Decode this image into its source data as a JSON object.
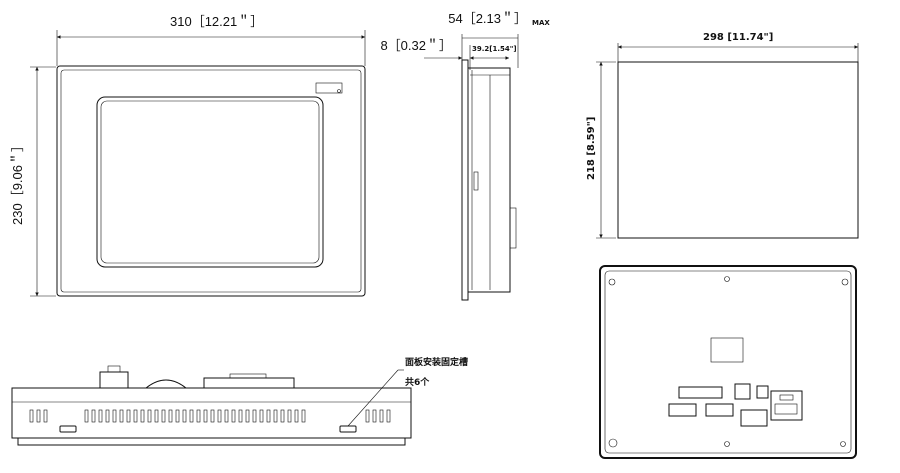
{
  "front_view": {
    "width_label": "310［12.21＂］",
    "height_label": "230［9.06＂］"
  },
  "side_view": {
    "depth_max_label": "54［2.13＂］",
    "max_suffix": "MAX",
    "bezel_label": "8［0.32＂］",
    "body_label": "39.2[1.54\"]"
  },
  "cutout_view": {
    "width_label": "298 [11.74\"]",
    "height_label": "218 [8.59\"]"
  },
  "bottom_view": {
    "annotation_line1": "面板安装固定槽",
    "annotation_line2": "共6个"
  }
}
